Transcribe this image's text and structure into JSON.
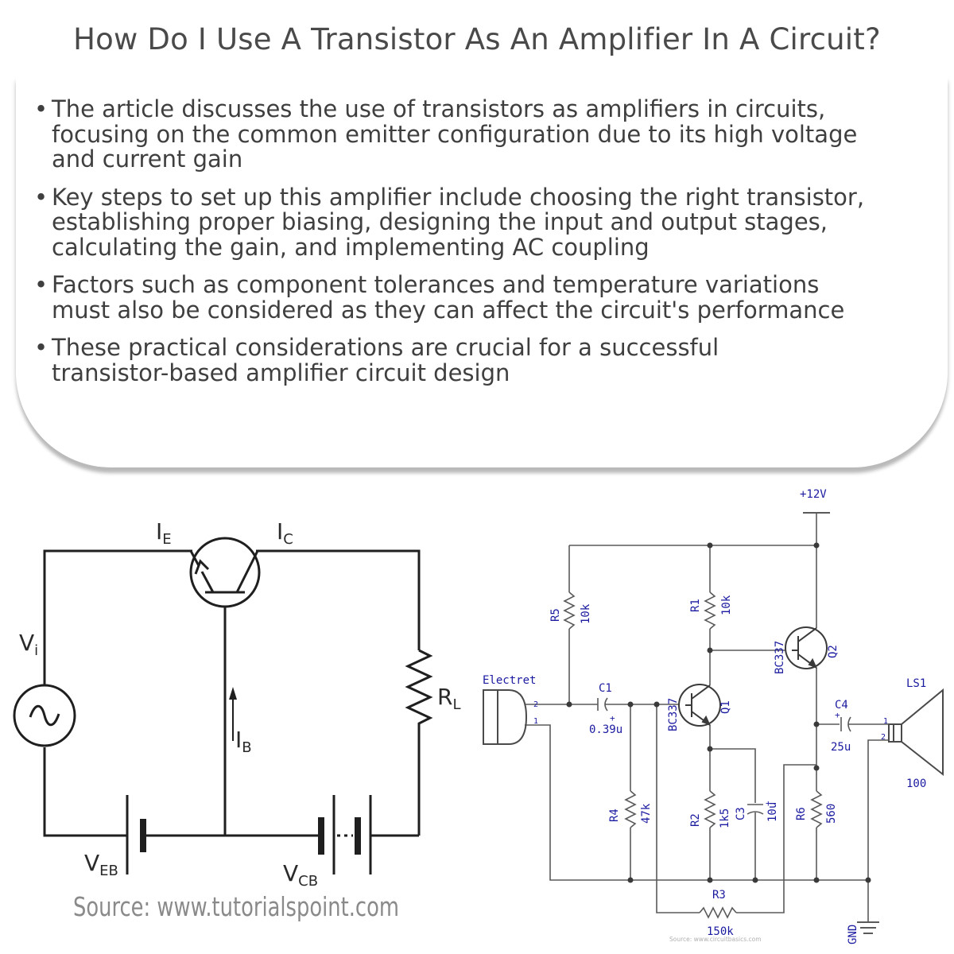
{
  "page": {
    "title": "How Do I Use A Transistor As An Amplifier In A Circuit?"
  },
  "summary": {
    "bullets": [
      {
        "l1": "The article discusses the use of transistors as amplifiers in circuits,",
        "l2": "focusing on the common emitter configuration due to its high voltage",
        "l3": "and current gain"
      },
      {
        "l1": "Key steps to set up this amplifier include choosing the right transistor,",
        "l2": "establishing proper biasing, designing the input and output stages,",
        "l3": "calculating the gain, and implementing AC coupling"
      },
      {
        "l1": "Factors such as component tolerances and temperature variations",
        "l2": "must also be considered as they can affect the circuit's performance"
      },
      {
        "l1": "These practical considerations are crucial for a successful",
        "l2": "transistor-based amplifier circuit design"
      }
    ]
  },
  "left_diagram": {
    "labels": {
      "ie": "I",
      "ie_sub": "E",
      "ic": "I",
      "ic_sub": "C",
      "vi": "V",
      "vi_sub": "i",
      "rl": "R",
      "rl_sub": "L",
      "ib": "I",
      "ib_sub": "B",
      "veb": "V",
      "veb_sub": "EB",
      "vcb": "V",
      "vcb_sub": "CB"
    },
    "source": "Source: www.tutorialspoint.com"
  },
  "right_diagram": {
    "supply": "+12V",
    "mic": "Electret",
    "mic_pin2": "2",
    "mic_pin1": "1",
    "r5": "R5",
    "r5_val": "10k",
    "r1": "R1",
    "r1_val": "10k",
    "c1": "C1",
    "c1_val": "0.39u",
    "q1": "Q1",
    "q1_type": "BC337",
    "q2": "Q2",
    "q2_type": "BC337",
    "r4": "R4",
    "r4_val": "47k",
    "r2": "R2",
    "r2_val": "1k5",
    "c3": "C3",
    "c3_val": "10u",
    "r6": "R6",
    "r6_val": "560",
    "c4": "C4",
    "c4_val": "25u",
    "r3": "R3",
    "r3_val": "150k",
    "ls": "LS1",
    "ls_val": "100",
    "ls_pin1": "1",
    "ls_pin2": "2",
    "gnd": "GND",
    "source": "Source: www.circuitbasics.com"
  },
  "colors": {
    "wire_left": "#1f1f1f",
    "wire_right": "#5a5a5a",
    "component_label": "#1a1aa0",
    "text": "#3f3f3f"
  }
}
